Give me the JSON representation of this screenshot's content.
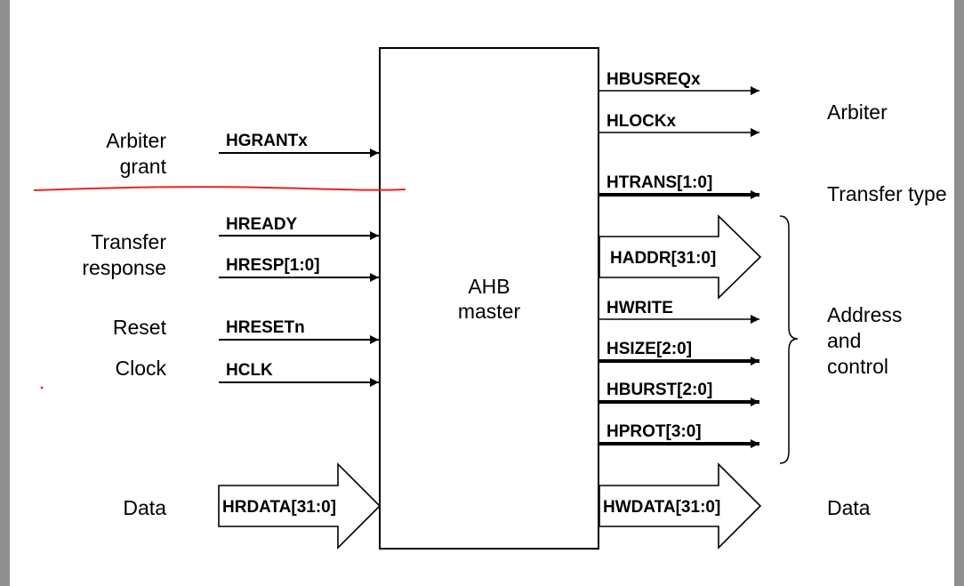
{
  "block": {
    "line1": "AHB",
    "line2": "master"
  },
  "left_groups": {
    "arbiter_grant": [
      "Arbiter",
      "grant"
    ],
    "transfer_response": [
      "Transfer",
      "response"
    ],
    "reset": "Reset",
    "clock": "Clock",
    "data": "Data"
  },
  "right_groups": {
    "arbiter": "Arbiter",
    "transfer_type": "Transfer type",
    "address_control": [
      "Address",
      "and",
      "control"
    ],
    "data": "Data"
  },
  "inputs": {
    "hgrant": "HGRANTx",
    "hready": "HREADY",
    "hresp": "HRESP[1:0]",
    "hreset": "HRESETn",
    "hclk": "HCLK",
    "hrdata": "HRDATA[31:0]"
  },
  "outputs": {
    "hbusreq": "HBUSREQx",
    "hlock": "HLOCKx",
    "htrans": "HTRANS[1:0]",
    "haddr": "HADDR[31:0]",
    "hwrite": "HWRITE",
    "hsize": "HSIZE[2:0]",
    "hburst": "HBURST[2:0]",
    "hprot": "HPROT[3:0]",
    "hwdata": "HWDATA[31:0]"
  },
  "colors": {
    "annotation": "#e8261e",
    "stroke": "#000000",
    "edge": "#8f8f8f"
  }
}
